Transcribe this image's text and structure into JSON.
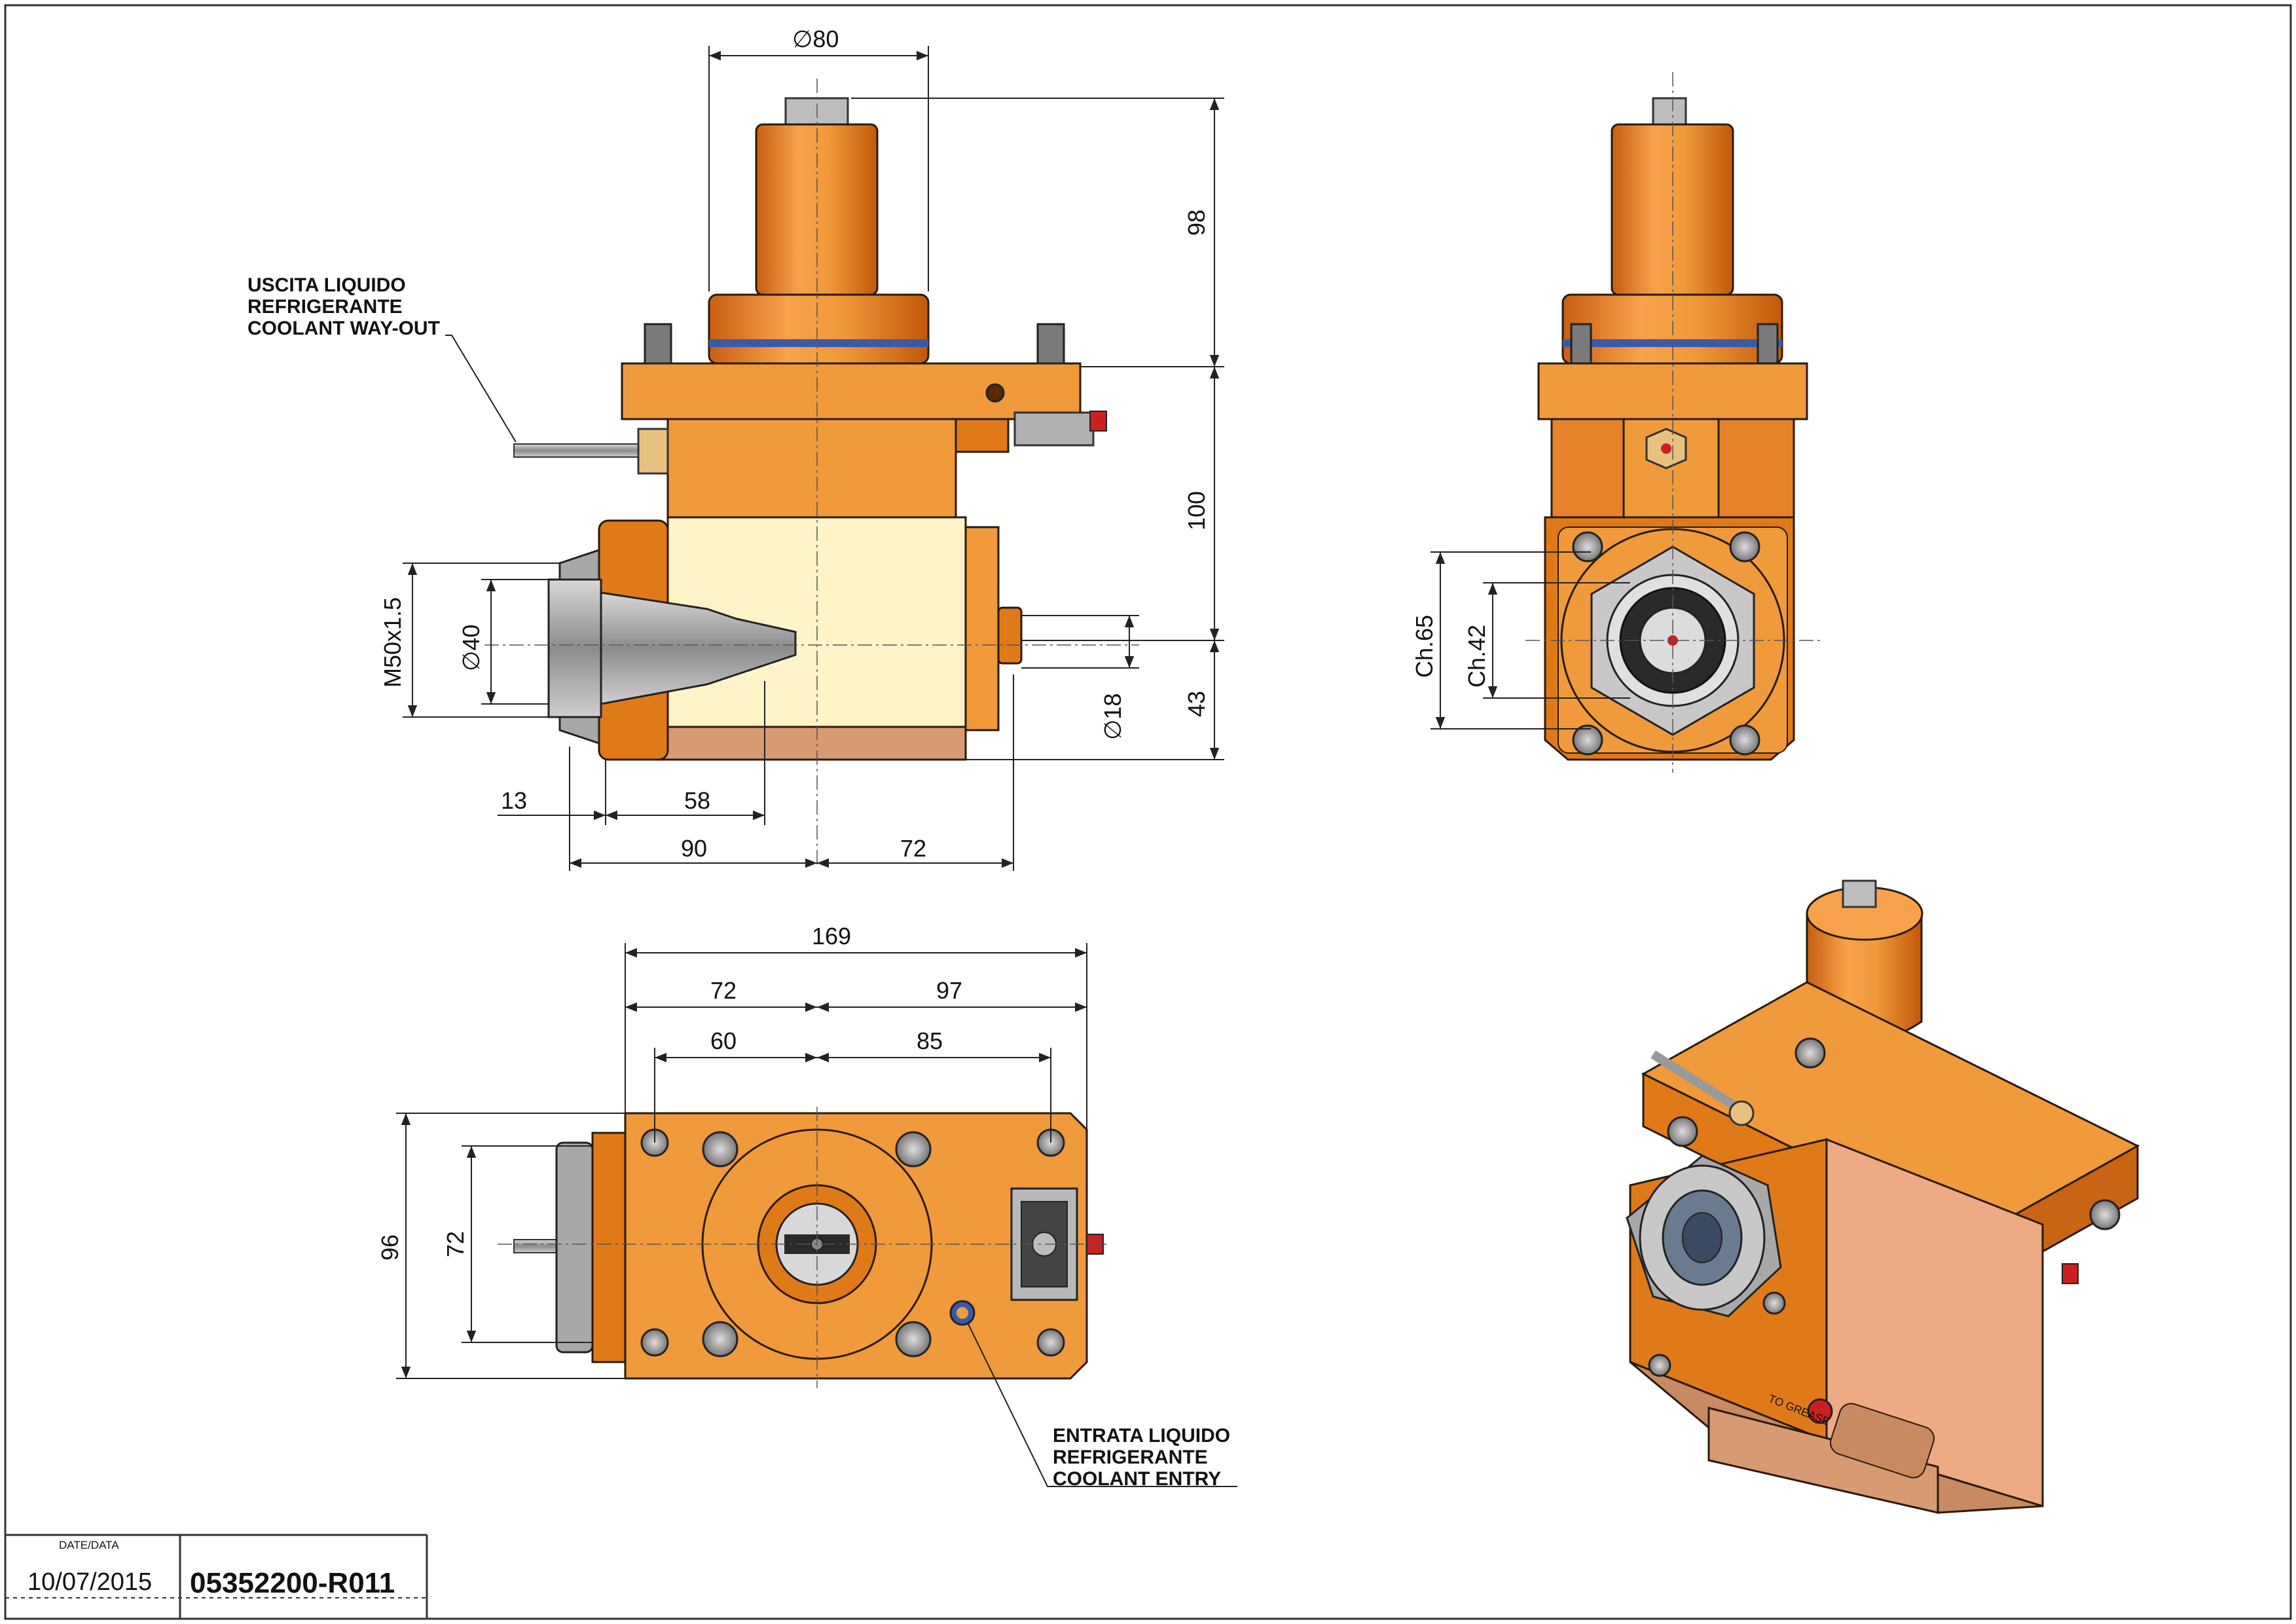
{
  "labels": {
    "coolant_out": [
      "USCITA LIQUIDO",
      "REFRIGERANTE",
      "COOLANT WAY-OUT"
    ],
    "coolant_in": [
      "ENTRATA LIQUIDO",
      "REFRIGERANTE",
      "COOLANT ENTRY"
    ]
  },
  "dimensions": {
    "d80": "∅80",
    "h98": "98",
    "h100": "100",
    "h43": "43",
    "m50": "M50x1.5",
    "d40": "∅40",
    "d18": "∅18",
    "w13": "13",
    "w58": "58",
    "w90": "90",
    "w72a": "72",
    "ch65": "Ch.65",
    "ch42": "Ch.42",
    "w169": "169",
    "w72b": "72",
    "w97": "97",
    "w60": "60",
    "w85": "85",
    "h96": "96",
    "h72": "72"
  },
  "iso_text": "TO GREASE",
  "title_block": {
    "date_label": "DATE/DATA",
    "date": "10/07/2015",
    "code": "05352200-R011"
  },
  "colors": {
    "orange": "#F09A3C",
    "orange_dark": "#E07A18",
    "cream": "#FFF4C8",
    "tan": "#D89A72",
    "steel": "#A8A8A8",
    "blue_ring": "#3A5AA8"
  }
}
